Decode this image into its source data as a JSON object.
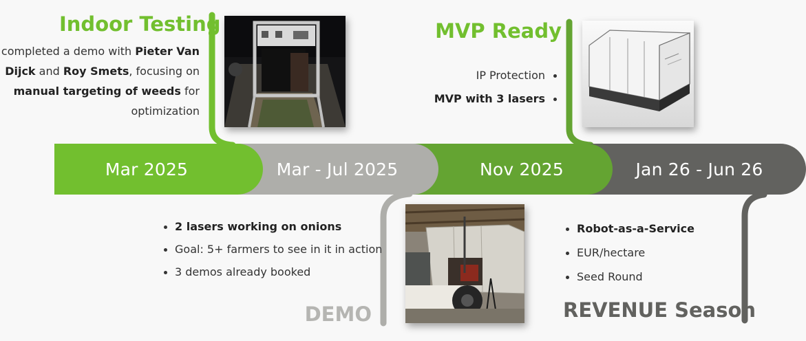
{
  "colors": {
    "green_bright": "#72bf2f",
    "grey_light": "#aeaeaa",
    "green_mid": "#64a432",
    "grey_dark": "#62625f",
    "text_dark": "#333333"
  },
  "timeline": [
    {
      "label": "Mar 2025"
    },
    {
      "label": "Mar - Jul 2025"
    },
    {
      "label": "Nov 2025"
    },
    {
      "label": "Jan 26 - Jun 26"
    }
  ],
  "indoor_testing": {
    "title": "Indoor Testing",
    "text_1": "completed a demo with ",
    "name_1": "Pieter Van Dijck",
    "text_2": " and ",
    "name_2": "Roy Smets",
    "text_3": ", focusing on ",
    "focus": "manual targeting of weeds",
    "text_4": " for optimization",
    "photo": "night-field-prototype-photo"
  },
  "demo": {
    "title": "DEMO",
    "bullets": [
      {
        "text": "2 lasers working on onions",
        "bold": true
      },
      {
        "text": "Goal: 5+ farmers to see in it in action",
        "bold": false
      },
      {
        "text": "3 demos already booked",
        "bold": false
      }
    ],
    "photo": "garage-machine-photo"
  },
  "mvp_ready": {
    "title": "MVP Ready",
    "bullets": [
      {
        "text": "IP Protection",
        "bold": false
      },
      {
        "text": "MVP with 3 lasers",
        "bold": true
      }
    ],
    "photo": "mvp-sketch-render"
  },
  "revenue": {
    "title": "REVENUE Season",
    "bullets": [
      {
        "text": "Robot-as-a-Service",
        "bold": true
      },
      {
        "text": "EUR/hectare",
        "bold": false
      },
      {
        "text": "Seed Round",
        "bold": false
      }
    ]
  }
}
